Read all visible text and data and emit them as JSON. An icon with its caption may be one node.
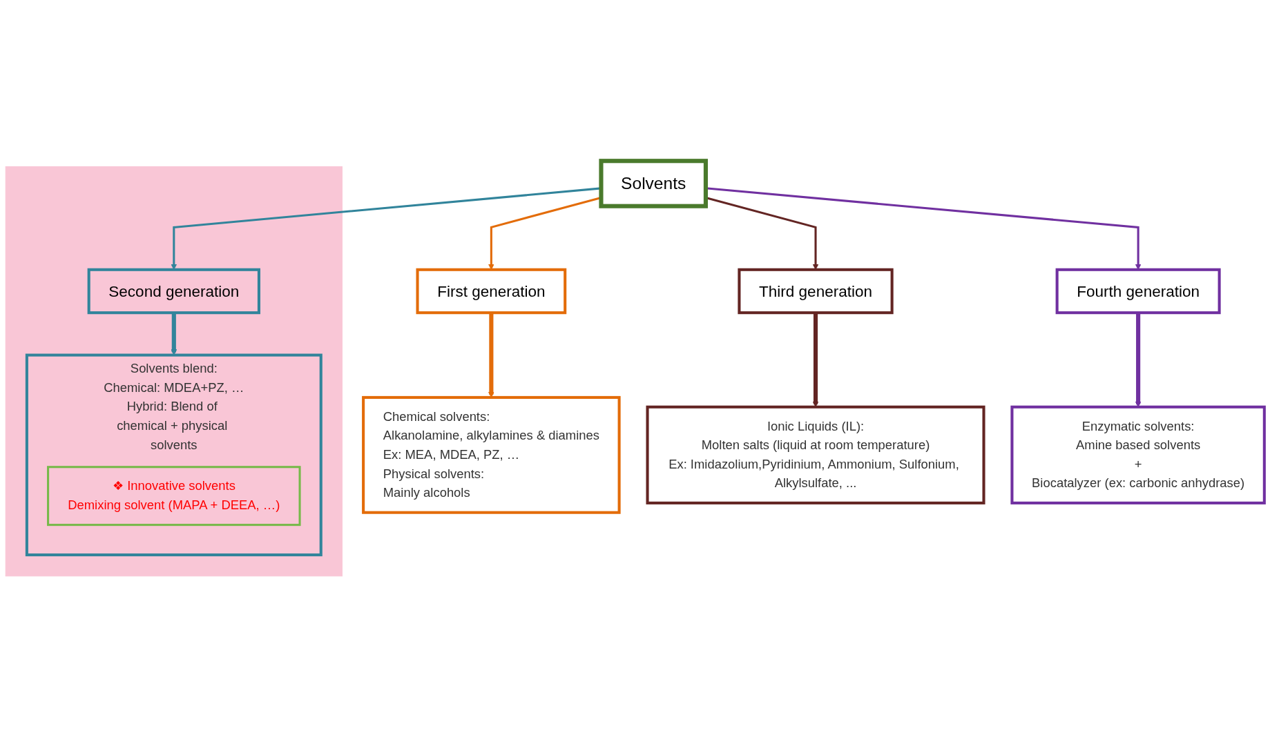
{
  "diagram": {
    "nodes": [
      {
        "text": [
          "Solvents"
        ]
      },
      {
        "text": [
          "First generation"
        ]
      },
      {
        "text": [],
        "shape": "box"
      },
      {
        "text": [
          "Second generation"
        ],
        "in": 2
      },
      {
        "text": [
          "Third generation"
        ]
      },
      {
        "text": [
          "Fourth generation"
        ]
      },
      {
        "text": [
          "Chemical solvents:",
          "Alkanolamine, alkylamines & diamines",
          "Ex: MEA, MDEA, PZ, …",
          "Physical solvents:",
          "Mainly alcohols"
        ]
      },
      {
        "text": [
          "Solvents blend:",
          "Chemical: MDEA+PZ, …",
          "Hybrid: Blend of chemical + physical solvents"
        ],
        "in": 2
      },
      {
        "text": [
          "❖ Innovative solvents",
          "Demixing solvent (MAPA + DEEA, …)"
        ],
        "in": 7
      },
      {
        "text": [
          "Ionic Liquids (IL):",
          "Molten salts (liquid at room temperature)",
          "Ex: Imidazolium,Pyridinium, Ammonium, Sulfonium, Alkylsulfate, ..."
        ]
      },
      {
        "text": [
          "Enzymatic solvents:",
          "Amine based solvents",
          "+",
          "Biocatalyzer (ex: carbonic anhydrase)"
        ]
      }
    ],
    "edges": [
      {
        "from": 0,
        "to": 1,
        "arrow": "to",
        "color": "#e36c09"
      },
      {
        "from": 0,
        "to": 3,
        "arrow": "to",
        "color": "#31849b"
      },
      {
        "from": 0,
        "to": 4,
        "arrow": "to",
        "color": "#632523"
      },
      {
        "from": 0,
        "to": 5,
        "arrow": "to",
        "color": "#7030a0"
      },
      {
        "from": 1,
        "to": 6,
        "arrow": "to",
        "style": "thick",
        "color": "#e36c09"
      },
      {
        "from": 3,
        "to": 7,
        "arrow": "to",
        "style": "thick",
        "color": "#31849b"
      },
      {
        "from": 4,
        "to": 9,
        "arrow": "to",
        "style": "thick",
        "color": "#632523"
      },
      {
        "from": 5,
        "to": 10,
        "arrow": "to",
        "style": "thick",
        "color": "#7030a0"
      }
    ]
  }
}
